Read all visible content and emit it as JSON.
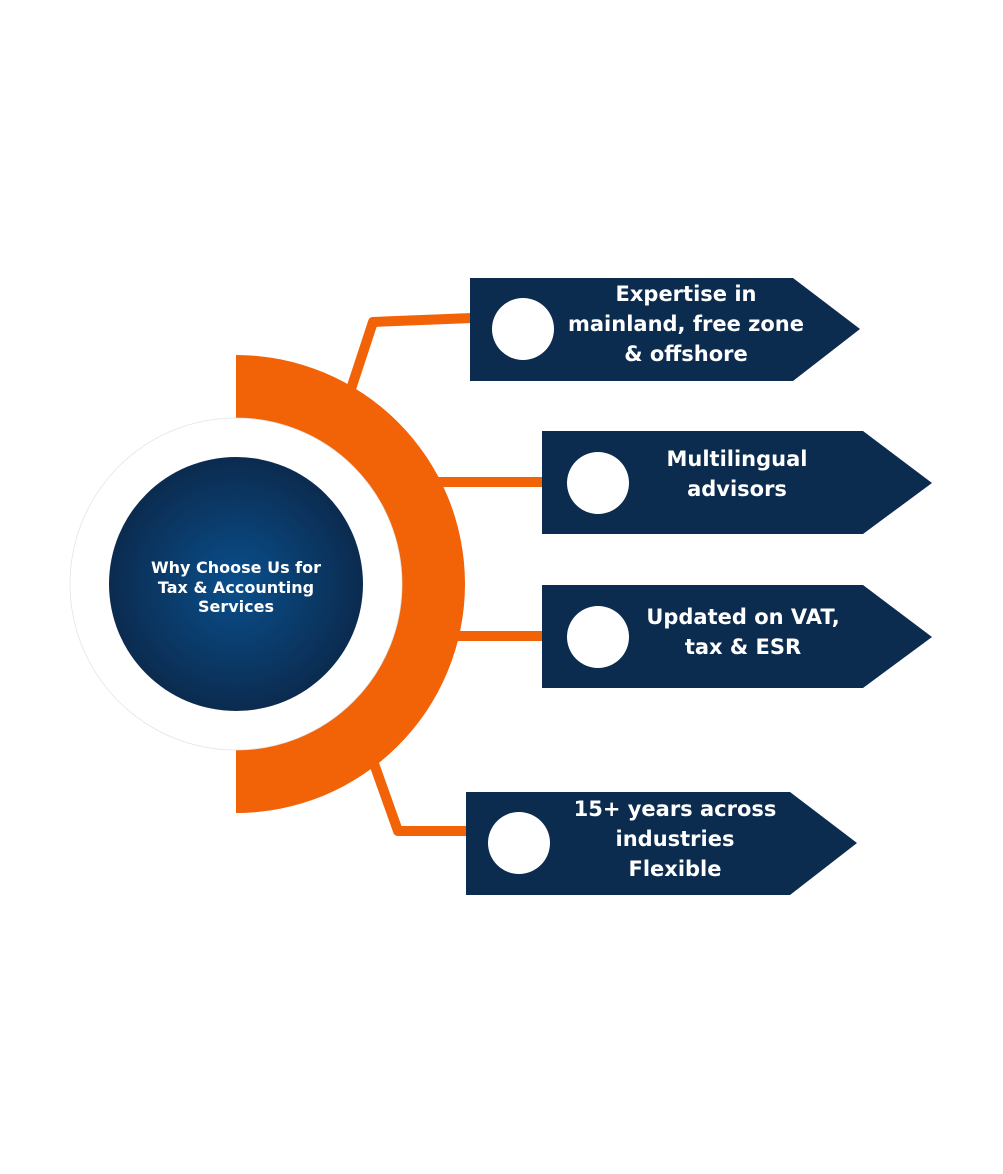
{
  "center": {
    "lines": [
      "Why Choose Us for",
      "Tax & Accounting",
      "Services"
    ]
  },
  "items": [
    {
      "lines": [
        "Expertise in",
        "mainland, free zone",
        "& offshore"
      ]
    },
    {
      "lines": [
        "Multilingual",
        "advisors"
      ]
    },
    {
      "lines": [
        "Updated on VAT,",
        "tax & ESR"
      ]
    },
    {
      "lines": [
        "15+ years across",
        "industries",
        "Flexible"
      ]
    }
  ],
  "colors": {
    "navy": "#0b2b4f",
    "orange": "#f26207",
    "center_glow": "#0a4f8c"
  }
}
